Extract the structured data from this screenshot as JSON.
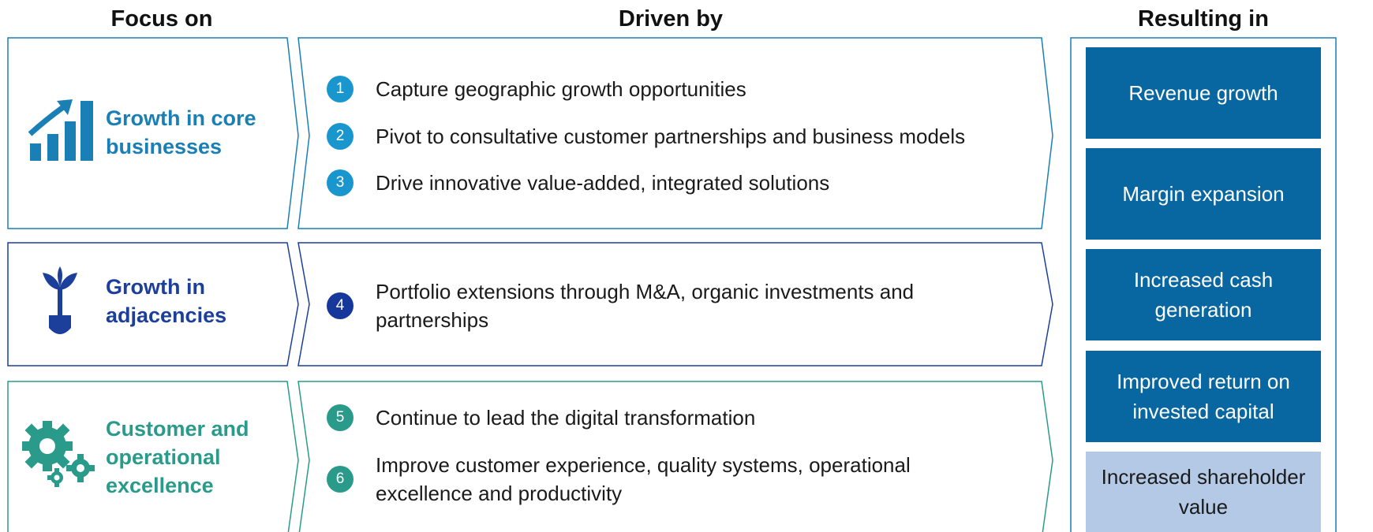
{
  "headers": {
    "focus": "Focus on",
    "driven": "Driven by",
    "result": "Resulting in"
  },
  "rows": [
    {
      "focus": "Growth in core businesses",
      "color": "#1a7fb5",
      "icon": "bar-chart-growth-icon",
      "items": [
        {
          "num": "1",
          "text": "Capture geographic growth opportunities"
        },
        {
          "num": "2",
          "text": "Pivot to consultative customer partnerships and business models"
        },
        {
          "num": "3",
          "text": "Drive innovative value-added, integrated solutions"
        }
      ]
    },
    {
      "focus": "Growth in adjacencies",
      "color": "#1b3f9b",
      "icon": "plant-shovel-icon",
      "items": [
        {
          "num": "4",
          "text": "Portfolio extensions through M&A, organic investments and partnerships"
        }
      ]
    },
    {
      "focus": "Customer and operational excellence",
      "color": "#2a9b8a",
      "icon": "gears-icon",
      "items": [
        {
          "num": "5",
          "text": "Continue to lead the digital transformation"
        },
        {
          "num": "6",
          "text": "Improve customer experience, quality systems, operational excellence and productivity"
        }
      ]
    }
  ],
  "results": [
    "Revenue growth",
    "Margin expansion",
    "Increased cash generation",
    "Improved return on invested capital",
    "Increased  shareholder value"
  ],
  "colors": {
    "result_box": "#0866a0",
    "result_final": "#b3c9e6",
    "row1_border": "#1a7fb5",
    "row2_border": "#1b3f9b",
    "row3_border": "#2a9b8a"
  }
}
